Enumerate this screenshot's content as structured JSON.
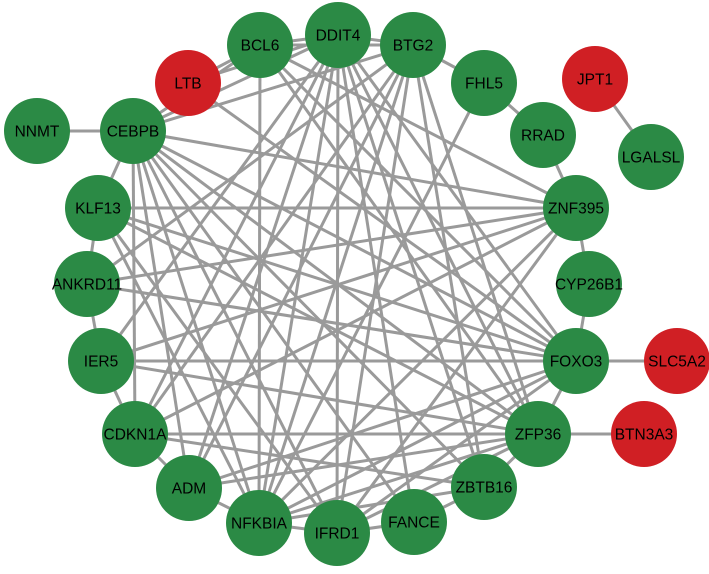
{
  "colors": {
    "up": "#d01f24",
    "down": "#2b8a45",
    "edge": "#9a9a9a"
  },
  "nodes": [
    {
      "id": "BCL6",
      "label": "BCL6",
      "regulation": "down"
    },
    {
      "id": "DDIT4",
      "label": "DDIT4",
      "regulation": "down"
    },
    {
      "id": "BTG2",
      "label": "BTG2",
      "regulation": "down"
    },
    {
      "id": "LTB",
      "label": "LTB",
      "regulation": "up"
    },
    {
      "id": "FHL5",
      "label": "FHL5",
      "regulation": "down"
    },
    {
      "id": "JPT1",
      "label": "JPT1",
      "regulation": "up"
    },
    {
      "id": "NNMT",
      "label": "NNMT",
      "regulation": "down"
    },
    {
      "id": "CEBPB",
      "label": "CEBPB",
      "regulation": "down"
    },
    {
      "id": "RRAD",
      "label": "RRAD",
      "regulation": "down"
    },
    {
      "id": "LGALSL",
      "label": "LGALSL",
      "regulation": "down"
    },
    {
      "id": "KLF13",
      "label": "KLF13",
      "regulation": "down"
    },
    {
      "id": "ZNF395",
      "label": "ZNF395",
      "regulation": "down"
    },
    {
      "id": "ANKRD11",
      "label": "ANKRD11",
      "regulation": "down"
    },
    {
      "id": "CYP26B1",
      "label": "CYP26B1",
      "regulation": "down"
    },
    {
      "id": "IER5",
      "label": "IER5",
      "regulation": "down"
    },
    {
      "id": "FOXO3",
      "label": "FOXO3",
      "regulation": "down"
    },
    {
      "id": "SLC5A2",
      "label": "SLC5A2",
      "regulation": "up"
    },
    {
      "id": "CDKN1A",
      "label": "CDKN1A",
      "regulation": "down"
    },
    {
      "id": "ZFP36",
      "label": "ZFP36",
      "regulation": "down"
    },
    {
      "id": "BTN3A3",
      "label": "BTN3A3",
      "regulation": "up"
    },
    {
      "id": "ADM",
      "label": "ADM",
      "regulation": "down"
    },
    {
      "id": "ZBTB16",
      "label": "ZBTB16",
      "regulation": "down"
    },
    {
      "id": "NFKBIA",
      "label": "NFKBIA",
      "regulation": "down"
    },
    {
      "id": "IFRD1",
      "label": "IFRD1",
      "regulation": "down"
    },
    {
      "id": "FANCE",
      "label": "FANCE",
      "regulation": "down"
    }
  ],
  "edges": [
    [
      "NNMT",
      "CEBPB"
    ],
    [
      "JPT1",
      "LGALSL"
    ],
    [
      "FOXO3",
      "SLC5A2"
    ],
    [
      "ZFP36",
      "BTN3A3"
    ],
    [
      "FHL5",
      "RRAD"
    ],
    [
      "LTB",
      "BCL6"
    ],
    [
      "LTB",
      "DDIT4"
    ],
    [
      "BCL6",
      "DDIT4"
    ],
    [
      "DDIT4",
      "BTG2"
    ],
    [
      "BCL6",
      "BTG2"
    ],
    [
      "CEBPB",
      "BCL6"
    ],
    [
      "CEBPB",
      "DDIT4"
    ],
    [
      "CEBPB",
      "BTG2"
    ],
    [
      "BTG2",
      "FHL5"
    ],
    [
      "CEBPB",
      "KLF13"
    ],
    [
      "KLF13",
      "ANKRD11"
    ],
    [
      "ANKRD11",
      "IER5"
    ],
    [
      "IER5",
      "CDKN1A"
    ],
    [
      "CDKN1A",
      "ADM"
    ],
    [
      "ADM",
      "NFKBIA"
    ],
    [
      "NFKBIA",
      "IFRD1"
    ],
    [
      "IFRD1",
      "FANCE"
    ],
    [
      "FANCE",
      "ZBTB16"
    ],
    [
      "ZBTB16",
      "ZFP36"
    ],
    [
      "ZFP36",
      "FOXO3"
    ],
    [
      "FOXO3",
      "CYP26B1"
    ],
    [
      "CYP26B1",
      "ZNF395"
    ],
    [
      "ZNF395",
      "RRAD"
    ],
    [
      "KLF13",
      "ZNF395"
    ],
    [
      "ANKRD11",
      "ZNF395"
    ],
    [
      "ANKRD11",
      "FOXO3"
    ],
    [
      "IER5",
      "FOXO3"
    ],
    [
      "IER5",
      "ZFP36"
    ],
    [
      "CDKN1A",
      "ZFP36"
    ],
    [
      "CDKN1A",
      "ZBTB16"
    ],
    [
      "CDKN1A",
      "DDIT4"
    ],
    [
      "CDKN1A",
      "BTG2"
    ],
    [
      "CDKN1A",
      "ZNF395"
    ],
    [
      "CEBPB",
      "ZNF395"
    ],
    [
      "CEBPB",
      "FOXO3"
    ],
    [
      "CEBPB",
      "ZFP36"
    ],
    [
      "CEBPB",
      "ZBTB16"
    ],
    [
      "CEBPB",
      "FANCE"
    ],
    [
      "CEBPB",
      "IFRD1"
    ],
    [
      "CEBPB",
      "NFKBIA"
    ],
    [
      "CEBPB",
      "CDKN1A"
    ],
    [
      "CEBPB",
      "ADM"
    ],
    [
      "KLF13",
      "FOXO3"
    ],
    [
      "KLF13",
      "ZFP36"
    ],
    [
      "KLF13",
      "NFKBIA"
    ],
    [
      "KLF13",
      "IFRD1"
    ],
    [
      "BCL6",
      "NFKBIA"
    ],
    [
      "BCL6",
      "ZNF395"
    ],
    [
      "BCL6",
      "FOXO3"
    ],
    [
      "BCL6",
      "ZFP36"
    ],
    [
      "DDIT4",
      "FOXO3"
    ],
    [
      "DDIT4",
      "ZFP36"
    ],
    [
      "DDIT4",
      "ZBTB16"
    ],
    [
      "DDIT4",
      "IFRD1"
    ],
    [
      "DDIT4",
      "NFKBIA"
    ],
    [
      "DDIT4",
      "ADM"
    ],
    [
      "DDIT4",
      "IER5"
    ],
    [
      "DDIT4",
      "FANCE"
    ],
    [
      "BTG2",
      "ZBTB16"
    ],
    [
      "BTG2",
      "ZFP36"
    ],
    [
      "BTG2",
      "NFKBIA"
    ],
    [
      "BTG2",
      "IFRD1"
    ],
    [
      "BTG2",
      "ANKRD11"
    ],
    [
      "BTG2",
      "ADM"
    ],
    [
      "FHL5",
      "NFKBIA"
    ],
    [
      "ZNF395",
      "NFKBIA"
    ],
    [
      "ZNF395",
      "IFRD1"
    ],
    [
      "ZNF395",
      "IER5"
    ],
    [
      "FOXO3",
      "NFKBIA"
    ],
    [
      "FOXO3",
      "ADM"
    ],
    [
      "ZFP36",
      "NFKBIA"
    ],
    [
      "ZFP36",
      "IFRD1"
    ],
    [
      "ZFP36",
      "ADM"
    ],
    [
      "ZBTB16",
      "NFKBIA"
    ],
    [
      "FOXO3",
      "IFRD1"
    ],
    [
      "LTB",
      "FOXO3"
    ]
  ]
}
